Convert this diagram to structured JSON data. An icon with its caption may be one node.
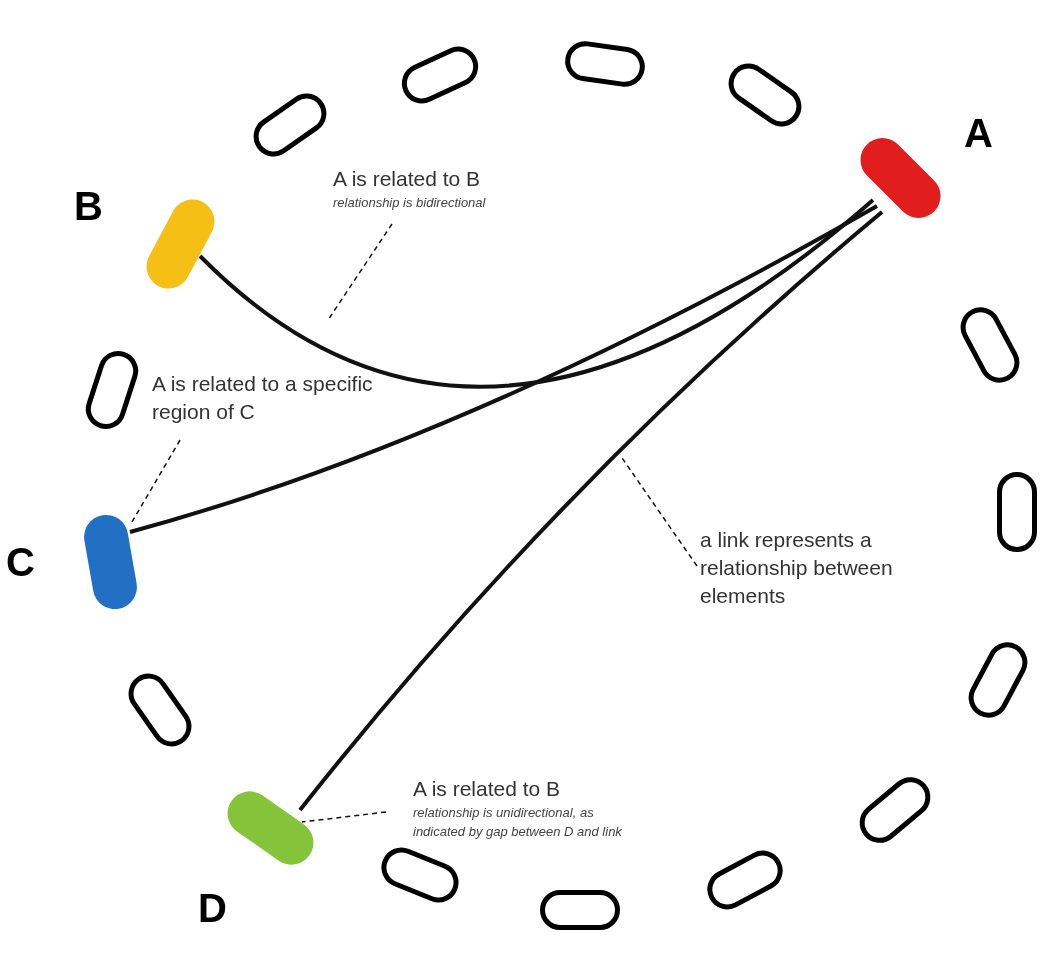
{
  "diagram": {
    "nodes": [
      {
        "text": [
          "A"
        ]
      },
      {
        "text": [
          "B"
        ]
      },
      {
        "text": [
          "C"
        ]
      },
      {
        "text": [
          "D"
        ]
      },
      {
        "text": [],
        "shape": "pill"
      },
      {
        "text": [],
        "shape": "pill"
      },
      {
        "text": [],
        "shape": "pill"
      },
      {
        "text": [],
        "shape": "pill"
      },
      {
        "text": [],
        "shape": "pill"
      },
      {
        "text": [],
        "shape": "pill"
      },
      {
        "text": [],
        "shape": "pill"
      },
      {
        "text": [],
        "shape": "pill"
      },
      {
        "text": [],
        "shape": "pill"
      },
      {
        "text": [],
        "shape": "pill"
      },
      {
        "text": [],
        "shape": "pill"
      },
      {
        "text": [],
        "shape": "pill"
      },
      {
        "text": [],
        "shape": "pill"
      },
      {
        "text": [
          "A is related to B",
          "relationship is bidirectional"
        ]
      },
      {
        "text": [
          "A is related to a specific region of C"
        ]
      },
      {
        "text": [
          "a link represents a relationship between elements"
        ]
      },
      {
        "text": [
          "A is related to B",
          "relationship is unidirectional, as indicated by gap between D and link"
        ]
      }
    ],
    "edges": [
      {
        "from": 0,
        "to": 1,
        "arrow": "none",
        "style": "thick"
      },
      {
        "from": 0,
        "to": 2,
        "arrow": "none",
        "style": "thick"
      },
      {
        "from": 0,
        "to": 3,
        "arrow": "none",
        "style": "thick"
      },
      {
        "from": 17,
        "to": null,
        "arrow": "none",
        "style": "dashed"
      },
      {
        "from": 18,
        "to": 2,
        "arrow": "none",
        "style": "dashed"
      },
      {
        "from": 19,
        "to": null,
        "arrow": "none",
        "style": "dashed"
      },
      {
        "from": 20,
        "to": 3,
        "arrow": "none",
        "style": "dashed"
      }
    ]
  }
}
